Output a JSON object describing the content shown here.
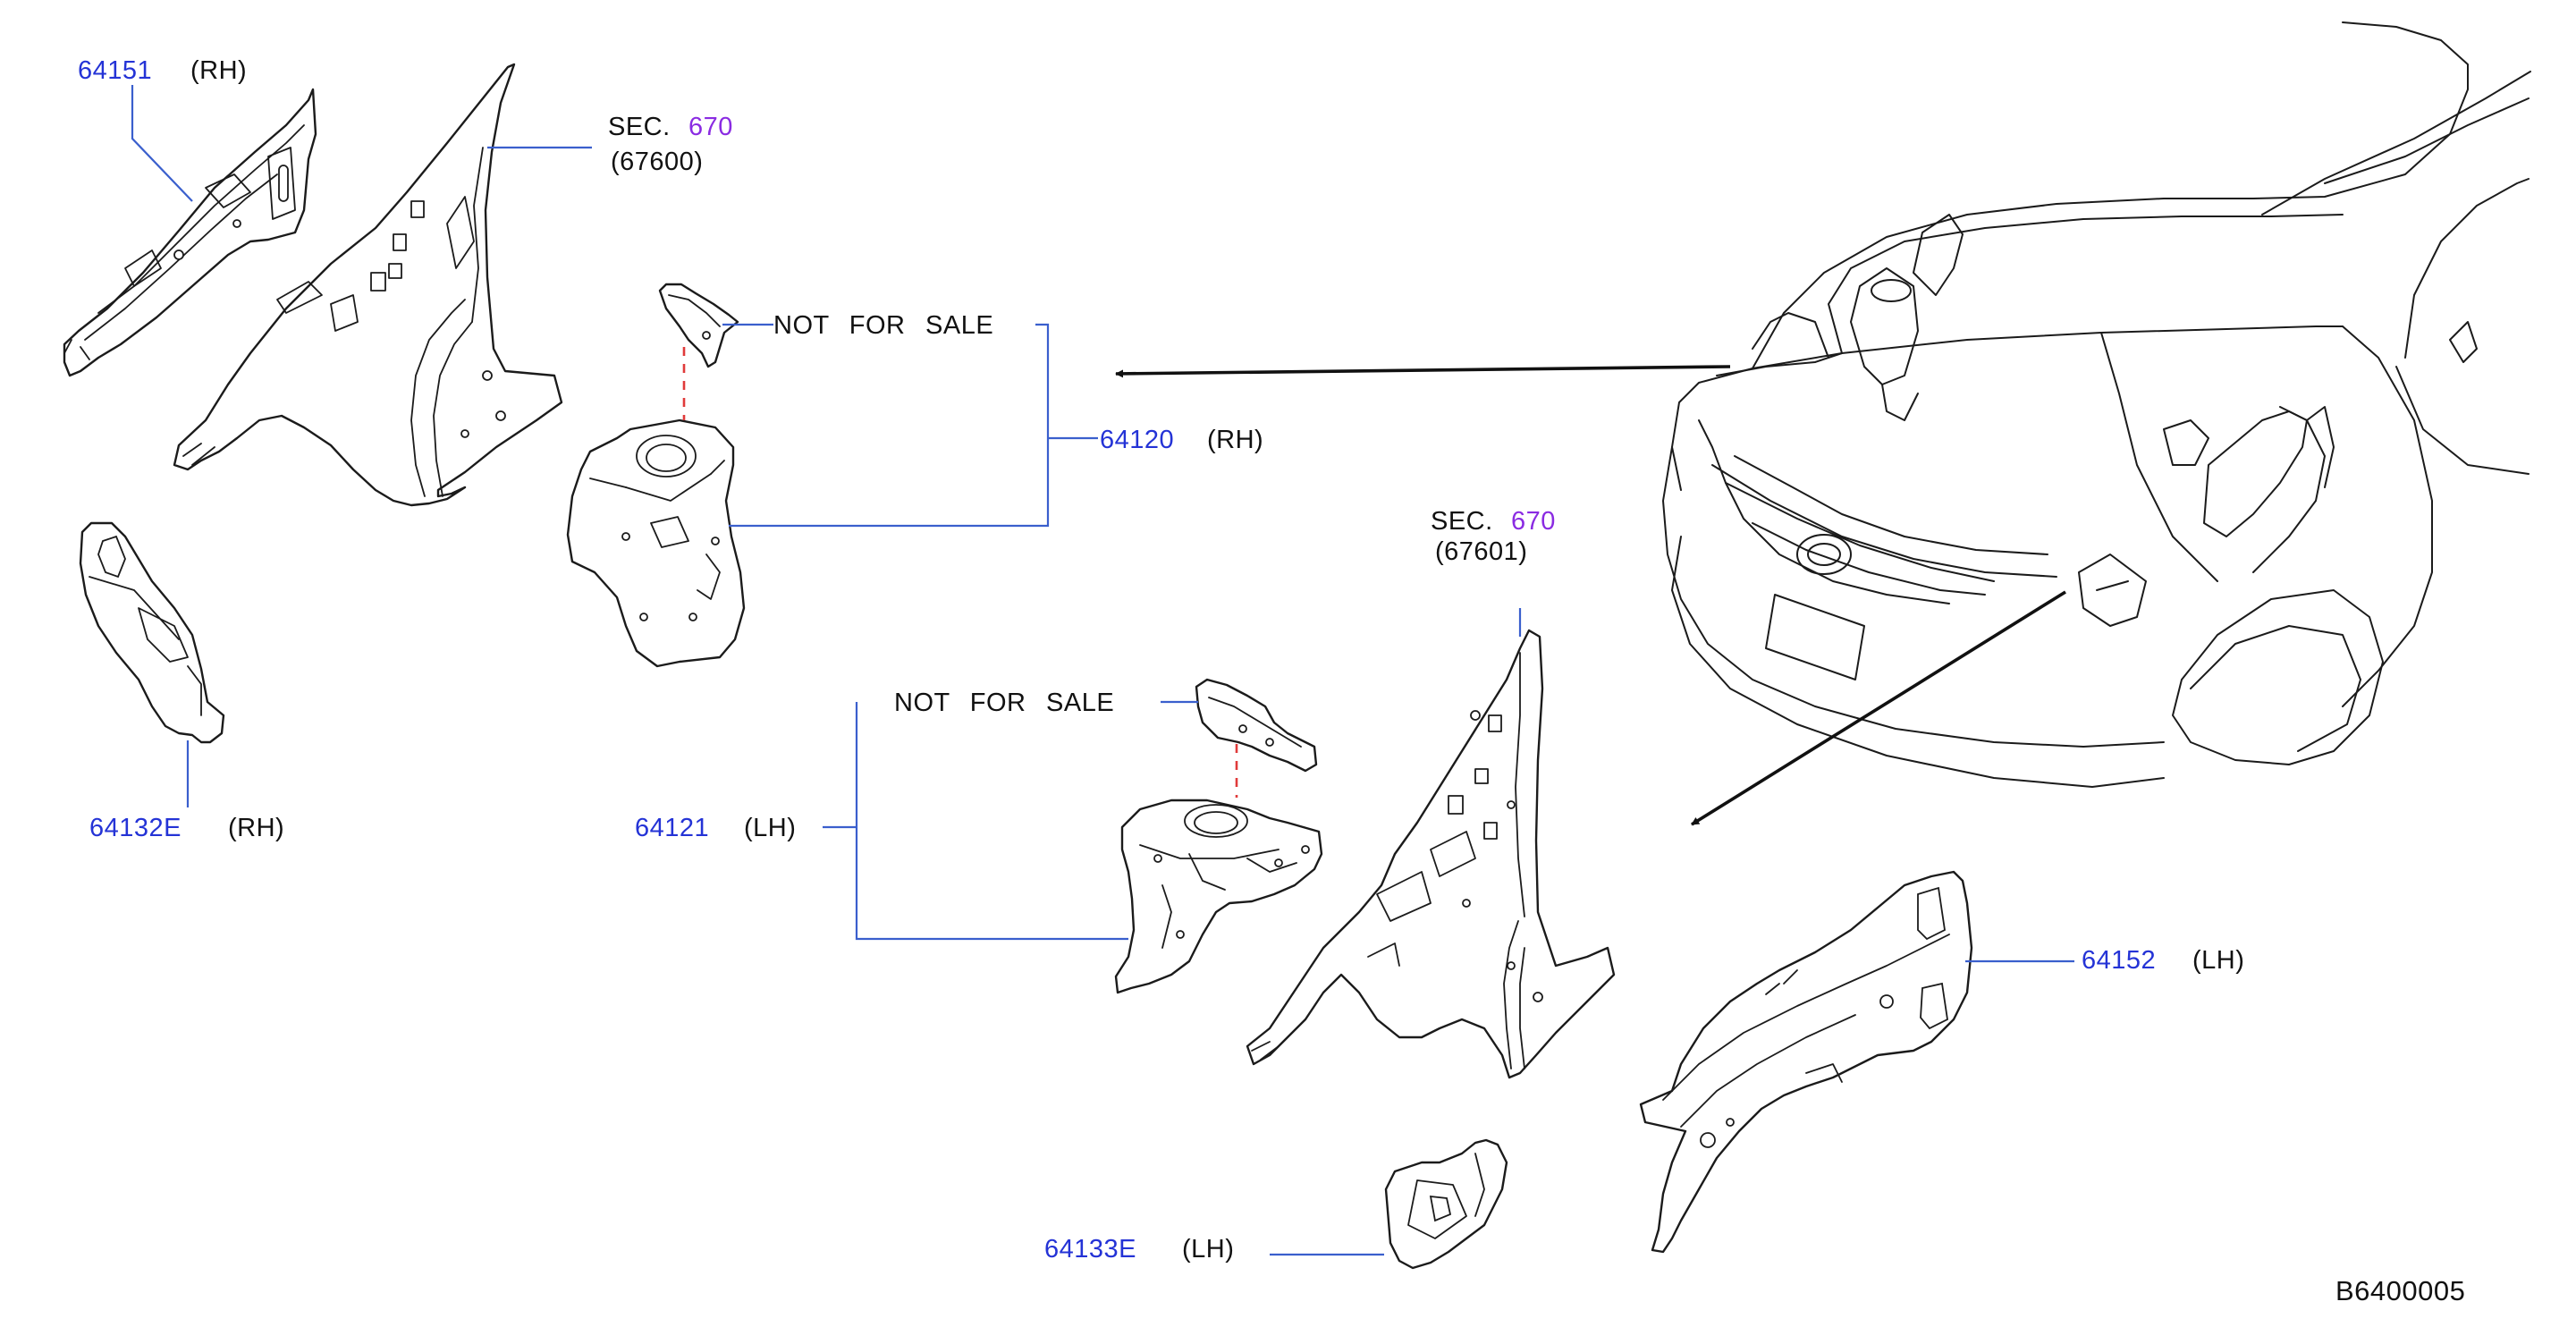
{
  "labels": {
    "p64151": {
      "num": "64151",
      "side": "(RH)"
    },
    "sec670_top": {
      "sec": "SEC.",
      "num": "670",
      "sub": "(67600)"
    },
    "nfs_top": "NOT  FOR  SALE",
    "p64120": {
      "num": "64120",
      "side": "(RH)"
    },
    "p64132E": {
      "num": "64132E",
      "side": "(RH)"
    },
    "sec670_mid": {
      "sec": "SEC.",
      "num": "670",
      "sub": "(67601)"
    },
    "nfs_mid": "NOT  FOR  SALE",
    "p64121": {
      "num": "64121",
      "side": "(LH)"
    },
    "p64152": {
      "num": "64152",
      "side": "(LH)"
    },
    "p64133E": {
      "num": "64133E",
      "side": "(LH)"
    }
  },
  "diagram_code": "B6400005",
  "colors": {
    "part_number": "#2433d6",
    "section_ref": "#8a2be2",
    "leader_line": "#3a5fcd",
    "dashed_link": "#e03a3a",
    "line_art": "#1b1b1b"
  }
}
